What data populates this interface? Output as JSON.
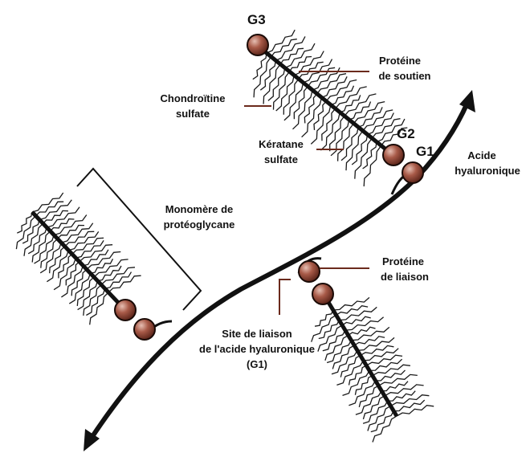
{
  "labels": {
    "g3": "G3",
    "g2": "G2",
    "g1": "G1",
    "proteine_soutien_1": "Protéine",
    "proteine_soutien_2": "de soutien",
    "chondroitine_1": "Chondroïtine",
    "chondroitine_2": "sulfate",
    "keratane_1": "Kératane",
    "keratane_2": "sulfate",
    "acide_hyaluronique_1": "Acide",
    "acide_hyaluronique_2": "hyaluronique",
    "monomere_1": "Monomère de",
    "monomere_2": "protéoglycane",
    "proteine_liaison_1": "Protéine",
    "proteine_liaison_2": "de liaison",
    "site_1": "Site de liaison",
    "site_2": "de l'acide hyaluronique",
    "site_3": "(G1)"
  },
  "colors": {
    "line": "#111111",
    "bead_fill": "#8a4436",
    "bead_stroke": "#1a0a06",
    "leader": "#6b2a1c"
  }
}
